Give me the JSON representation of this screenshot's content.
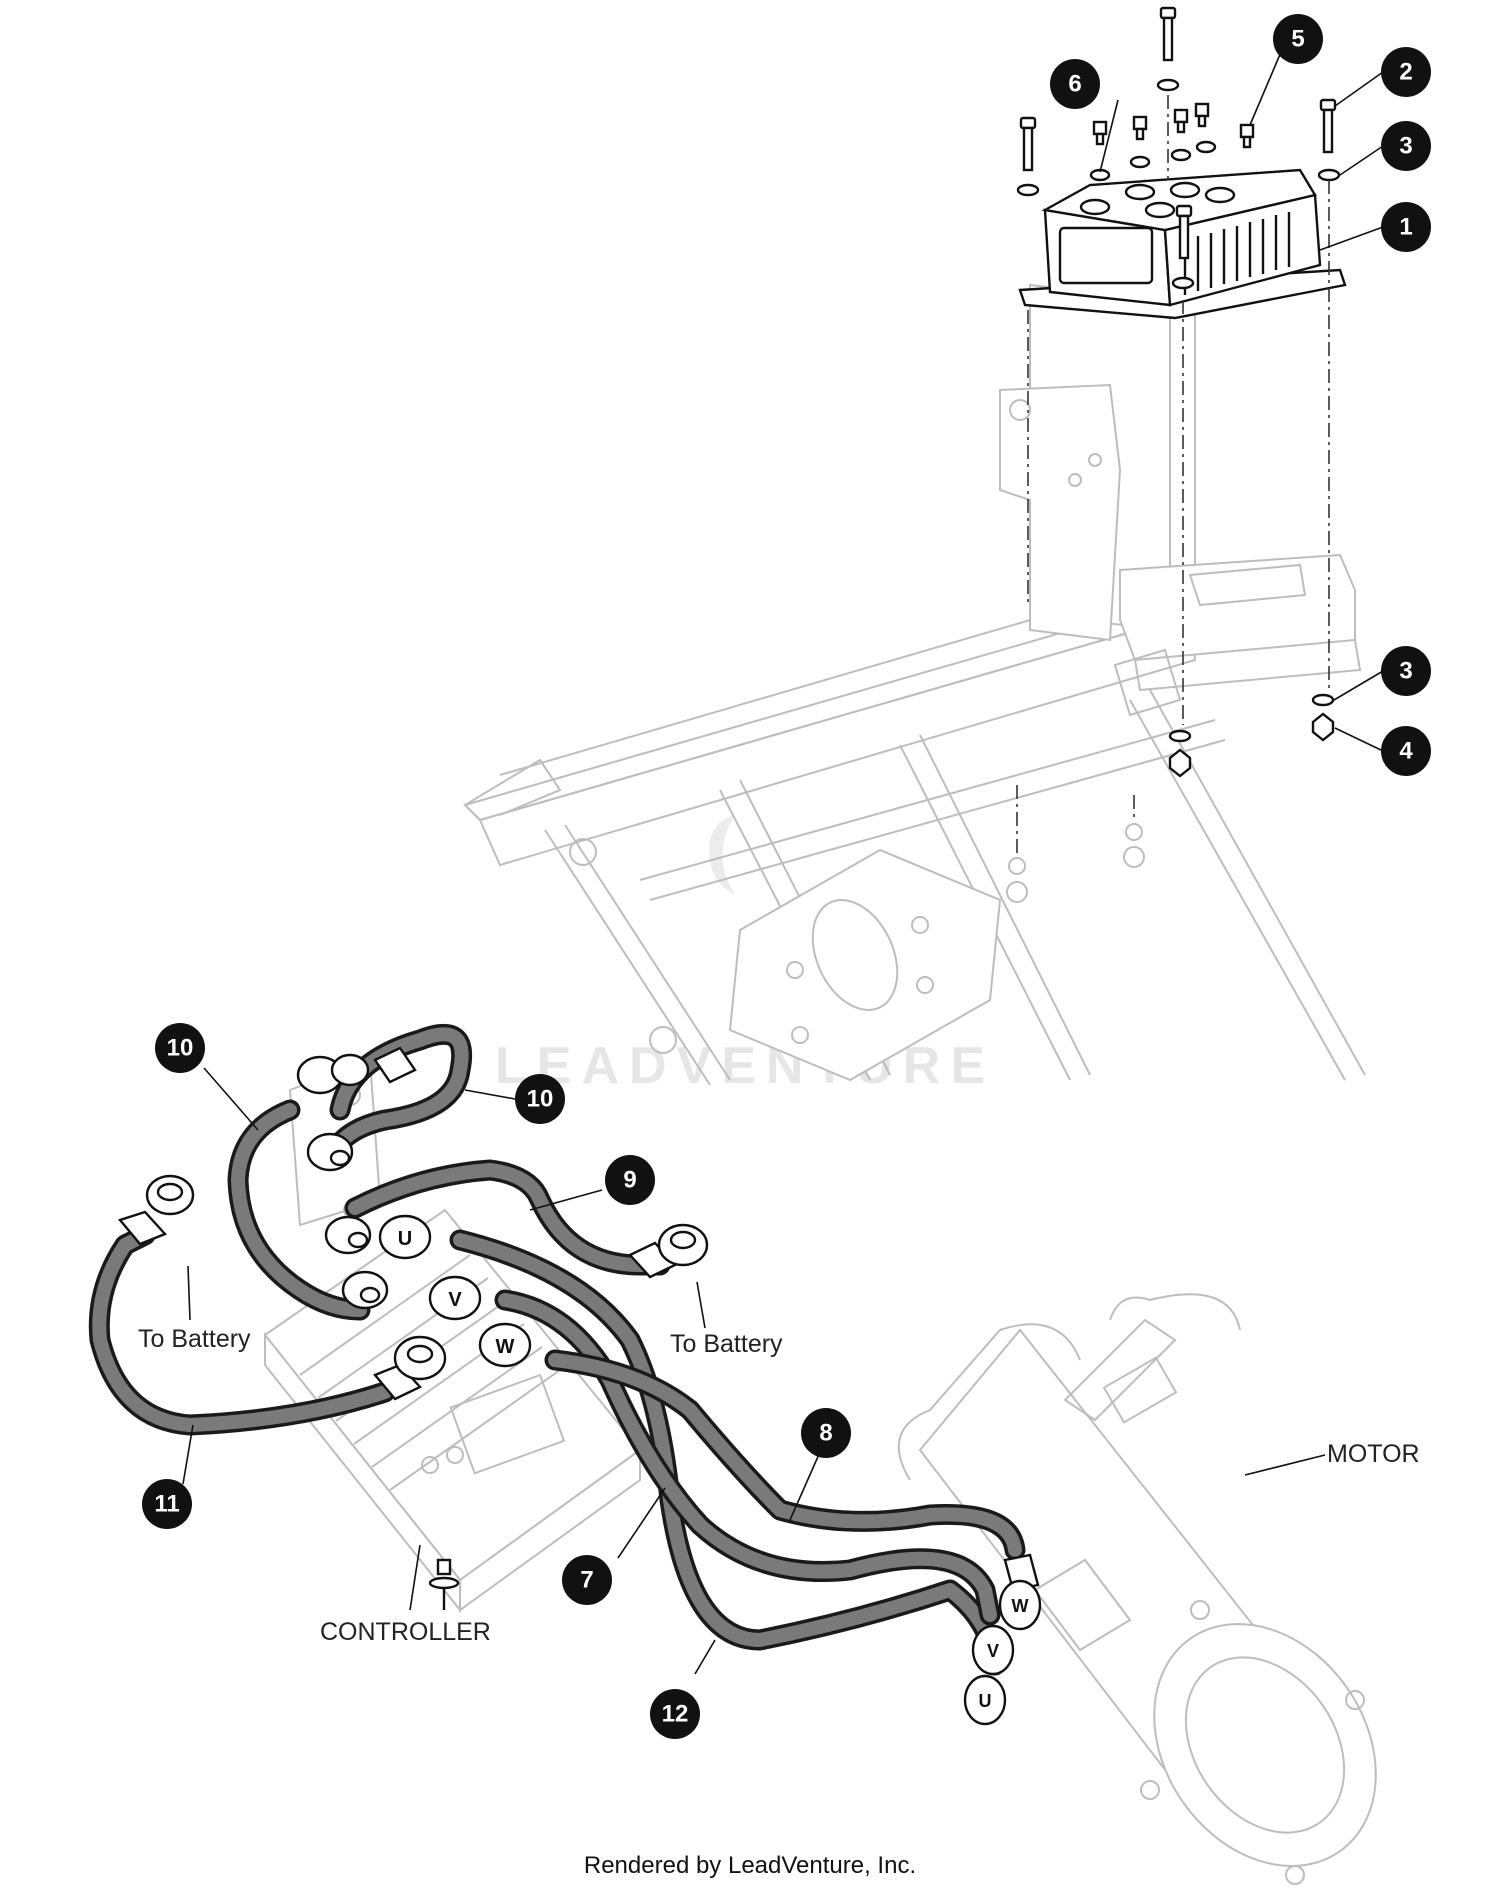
{
  "callouts": [
    {
      "id": "c1",
      "num": "1"
    },
    {
      "id": "c2",
      "num": "2"
    },
    {
      "id": "c3a",
      "num": "3"
    },
    {
      "id": "c3b",
      "num": "3"
    },
    {
      "id": "c4",
      "num": "4"
    },
    {
      "id": "c5",
      "num": "5"
    },
    {
      "id": "c6",
      "num": "6"
    },
    {
      "id": "c7",
      "num": "7"
    },
    {
      "id": "c8",
      "num": "8"
    },
    {
      "id": "c9",
      "num": "9"
    },
    {
      "id": "c10a",
      "num": "10"
    },
    {
      "id": "c10b",
      "num": "10"
    },
    {
      "id": "c11",
      "num": "11"
    },
    {
      "id": "c12",
      "num": "12"
    }
  ],
  "labels": {
    "to_battery_left": "To Battery",
    "to_battery_right": "To Battery",
    "motor": "MOTOR",
    "controller": "CONTROLLER"
  },
  "terminal_letters": [
    "U",
    "V",
    "W"
  ],
  "watermark": "LEADVENTURE",
  "footer": "Rendered by LeadVenture, Inc."
}
